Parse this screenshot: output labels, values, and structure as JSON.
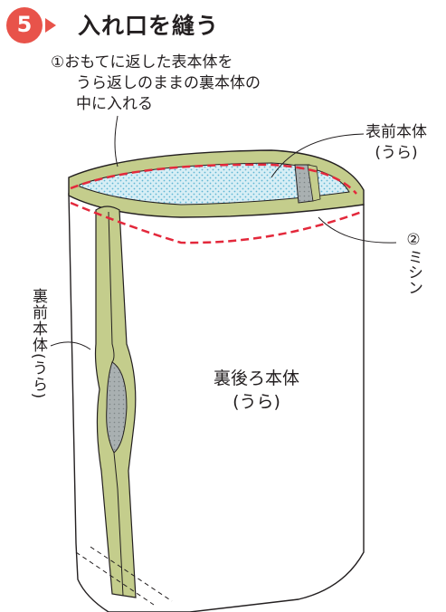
{
  "step": {
    "number": "5",
    "title": "入れ口を縫う",
    "badge_color": "#e8534a"
  },
  "instruction_1": {
    "lines": [
      "①おもてに返した表本体を",
      "うら返しのままの裏本体の",
      "中に入れる"
    ]
  },
  "labels": {
    "front_body_inside": [
      "表前本体",
      "(うら)"
    ],
    "stitch": "②ミシン",
    "back_body_inside": [
      "裏後ろ本体",
      "(うら)"
    ],
    "back_front_body_inside": "裏前本体(うら)"
  },
  "colors": {
    "fabric_green": "#c4cd8c",
    "dot_fabric": "#d7eef5",
    "dot_color": "#5fb6d4",
    "stitch_red": "#e3283b",
    "outline": "#231f20",
    "inner_gray": "#a9b0b1"
  }
}
